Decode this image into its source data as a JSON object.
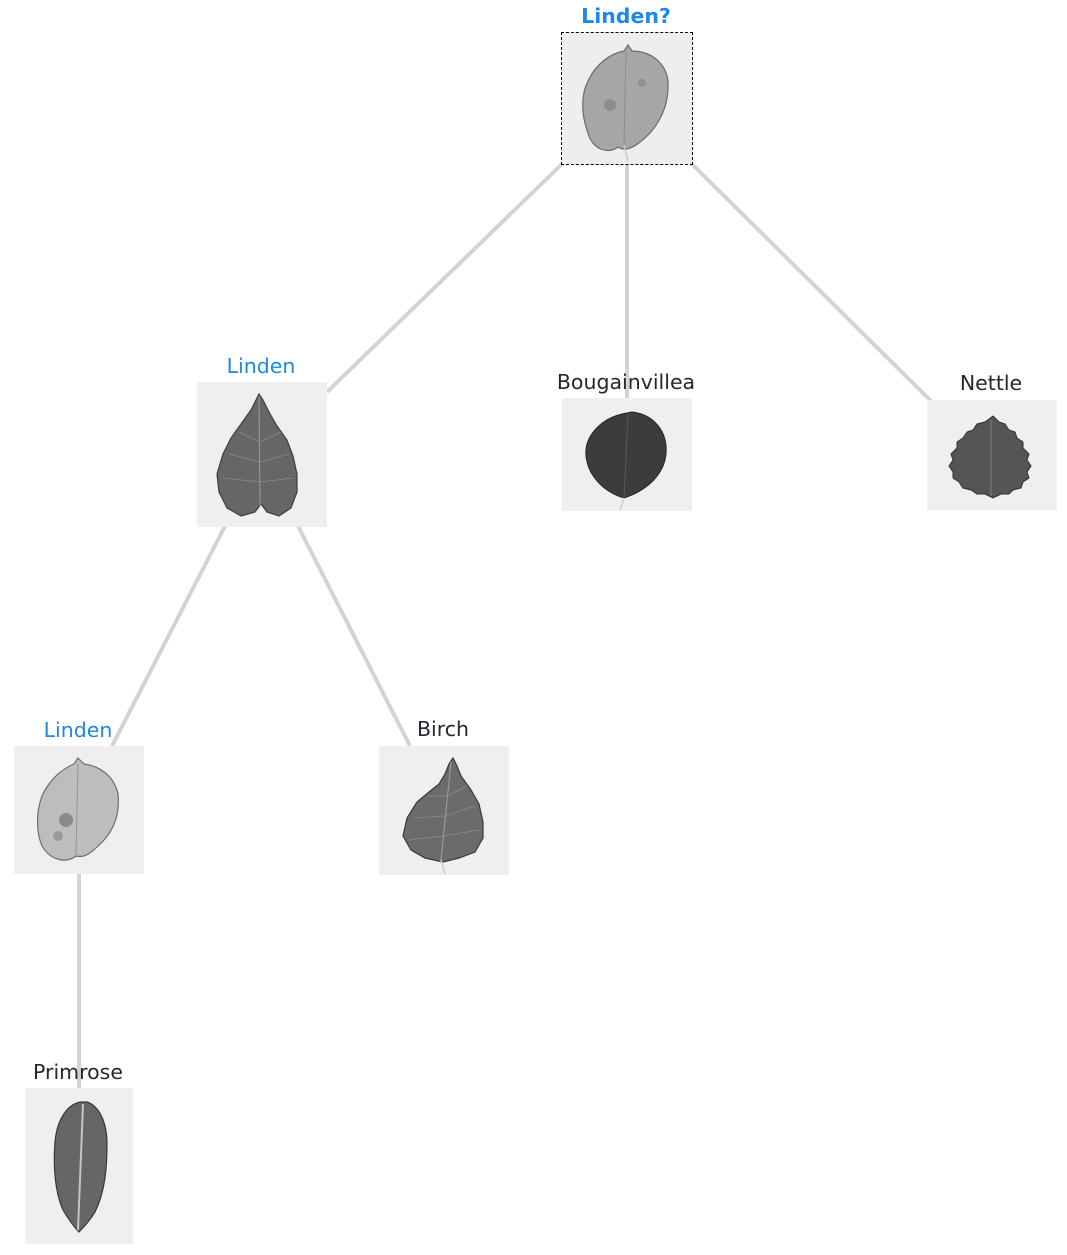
{
  "nodes": {
    "root": {
      "label": "Linden?",
      "leaf_icon": "leaf-linden-light-icon"
    },
    "linden_mid": {
      "label": "Linden",
      "leaf_icon": "leaf-linden-dark-icon"
    },
    "bougainvillea": {
      "label": "Bougainvillea",
      "leaf_icon": "leaf-bougainvillea-icon"
    },
    "nettle": {
      "label": "Nettle",
      "leaf_icon": "leaf-nettle-icon"
    },
    "linden_low": {
      "label": "Linden",
      "leaf_icon": "leaf-linden-light-icon"
    },
    "birch": {
      "label": "Birch",
      "leaf_icon": "leaf-birch-icon"
    },
    "primrose": {
      "label": "Primrose",
      "leaf_icon": "leaf-primrose-icon"
    }
  },
  "colors": {
    "highlight": "#1e88e5",
    "text": "#262633",
    "edge": "#d3d3d3"
  }
}
